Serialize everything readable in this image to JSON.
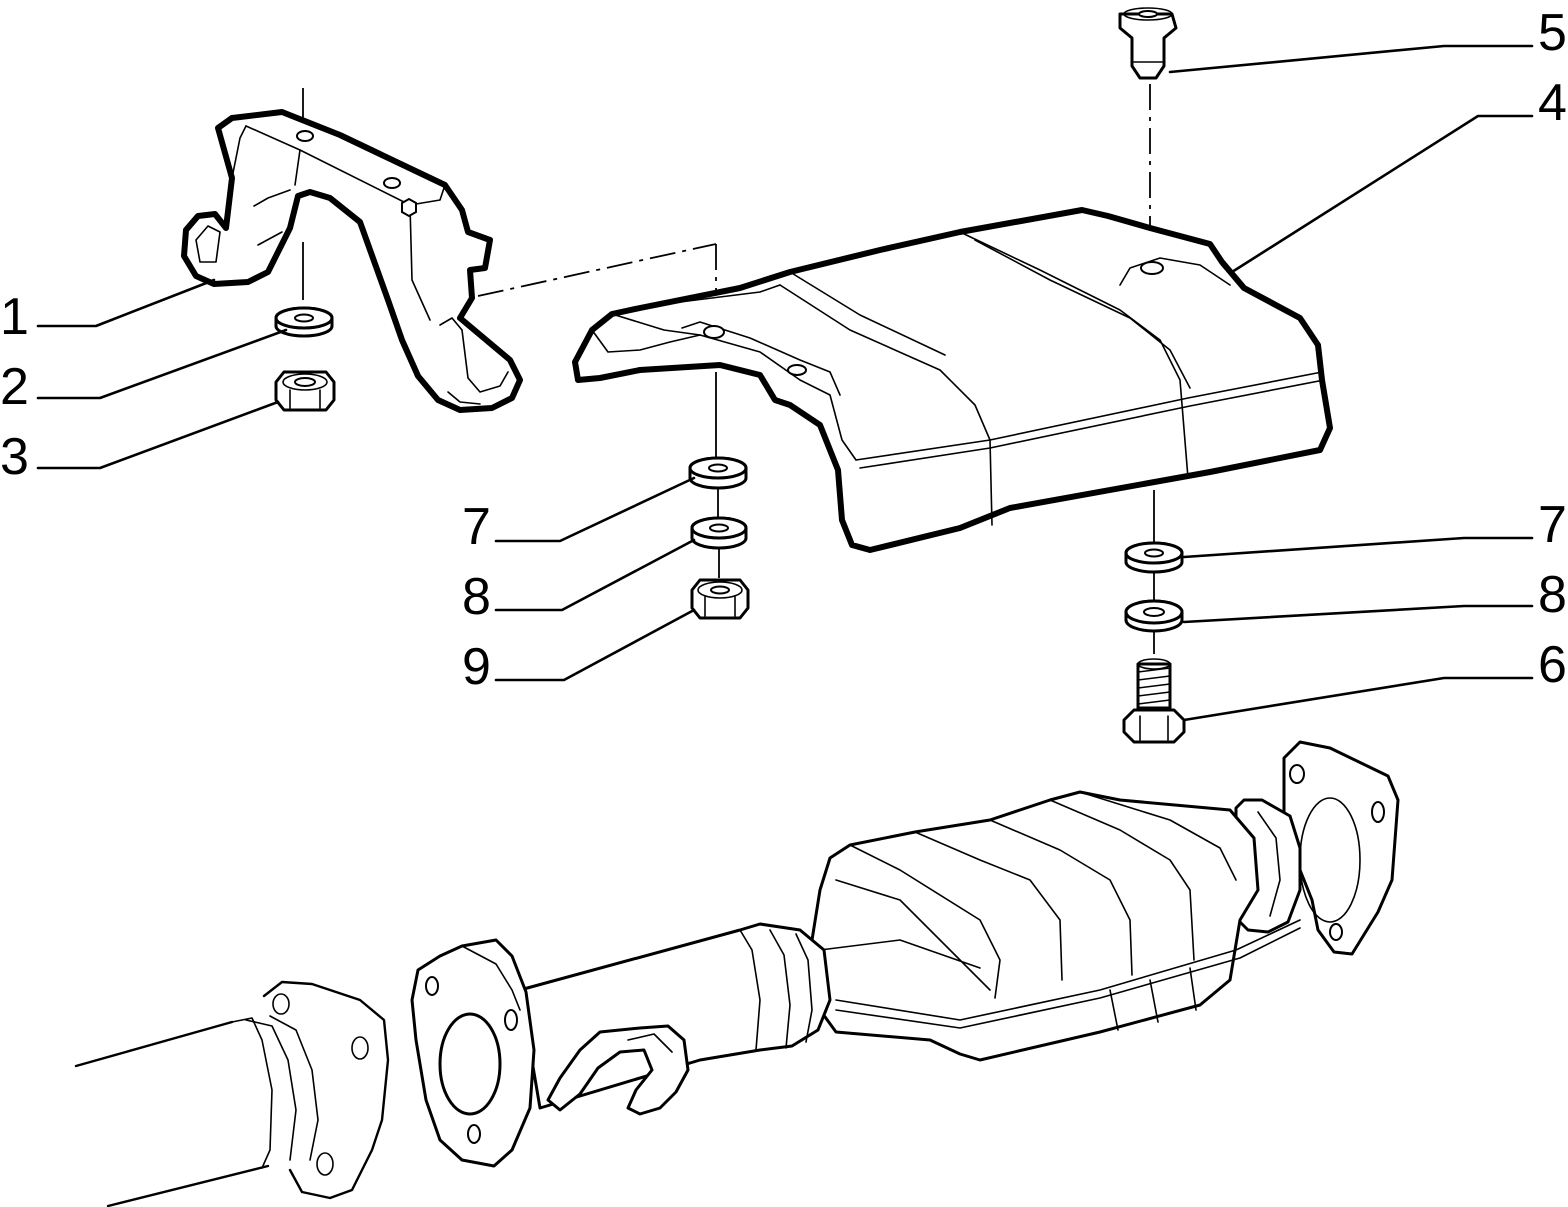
{
  "callouts": {
    "c1": "1",
    "c2": "2",
    "c3": "3",
    "c4": "4",
    "c5": "5",
    "c6": "6",
    "c7a": "7",
    "c8a": "8",
    "c9": "9",
    "c7b": "7",
    "c8b": "8"
  }
}
